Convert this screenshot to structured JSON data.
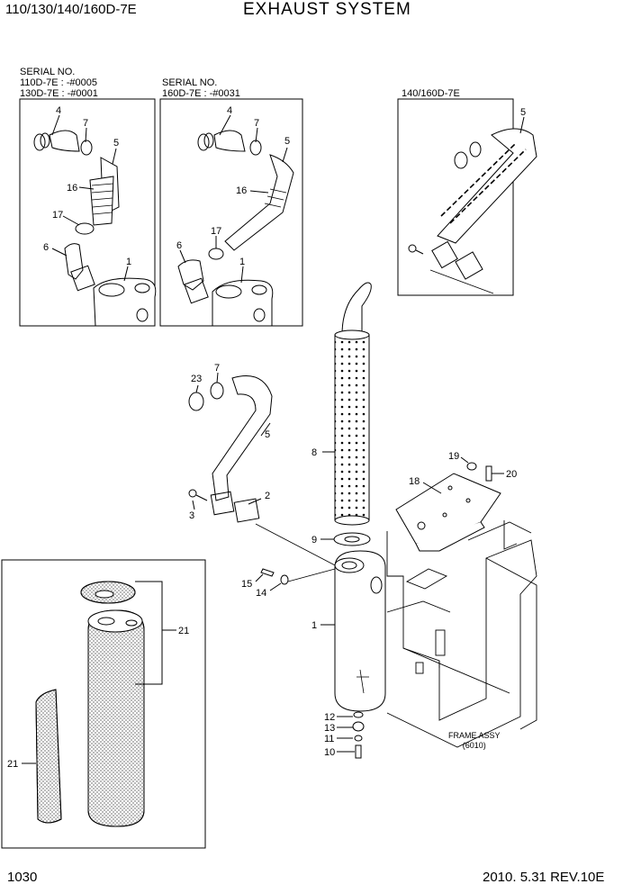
{
  "header": {
    "models": "110/130/140/160D-7E",
    "title": "EXHAUST SYSTEM"
  },
  "footer": {
    "page_number": "1030",
    "revision": "2010. 5.31  REV.10E"
  },
  "serial_box_a": {
    "line1": "SERIAL NO.",
    "line2": "110D-7E : -#0005",
    "line3": "130D-7E : -#0001"
  },
  "serial_box_b": {
    "line1": "SERIAL NO.",
    "line2": "160D-7E : -#0031"
  },
  "variant_box_c": {
    "label": "140/160D-7E"
  },
  "frame_assy": {
    "line1": "FRAME ASSY",
    "line2": "(6010)"
  },
  "callouts": {
    "a_4": "4",
    "a_7": "7",
    "a_5": "5",
    "a_16": "16",
    "a_17": "17",
    "a_6": "6",
    "a_1": "1",
    "b_4": "4",
    "b_7": "7",
    "b_5": "5",
    "b_16": "16",
    "b_17": "17",
    "b_6": "6",
    "b_1": "1",
    "c_5": "5",
    "m_23": "23",
    "m_7": "7",
    "m_5": "5",
    "m_2": "2",
    "m_3": "3",
    "m_8": "8",
    "m_9": "9",
    "m_15": "15",
    "m_14": "14",
    "m_1": "1",
    "m_18": "18",
    "m_19": "19",
    "m_20": "20",
    "m_12": "12",
    "m_13": "13",
    "m_11": "11",
    "m_10": "10",
    "d_21a": "21",
    "d_21b": "21"
  },
  "colors": {
    "line": "#000000",
    "paper": "#ffffff",
    "shade": "#c8c8c8"
  }
}
